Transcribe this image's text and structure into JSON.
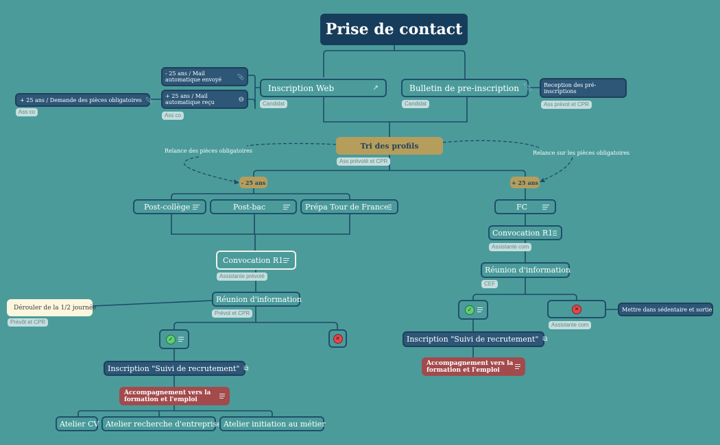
{
  "root": {
    "title": "Prise de contact"
  },
  "level1": {
    "inscription_web": {
      "label": "Inscription Web",
      "icon": "external-link-icon",
      "tag": "Candidat"
    },
    "bulletin": {
      "label": "Bulletin de pre-inscription",
      "icon": "paperclip-icon",
      "tag": "Candidat"
    },
    "reception": {
      "label": "Reception des pré-inscriptions",
      "tag": "Ass prévot et CPR"
    },
    "mail_moins25": {
      "label": "- 25 ans / Mail automatique envoyé",
      "icon": "paperclip-icon"
    },
    "mail_plus25": {
      "label": "+ 25 ans / Mail automatique reçu",
      "icon": "collapse-icon",
      "tag": "Ass co"
    },
    "demande_pieces": {
      "label": "+ 25 ans / Demande des pièces obligatoires",
      "icon": "paperclip-icon",
      "tag": "Ass co"
    }
  },
  "tri": {
    "label": "Tri des profils",
    "tag": "Ass prévoté et CPR"
  },
  "relations": {
    "left": "Relance des pièces obligatoires",
    "right": "Relance sur les pièces obligatoires"
  },
  "moins25": {
    "label": "- 25 ans",
    "branches": [
      {
        "label": "Post-collège",
        "icon": "notes-icon"
      },
      {
        "label": "Post-bac",
        "icon": "notes-icon"
      },
      {
        "label": "Prépa Tour de France",
        "icon": "notes-icon"
      }
    ],
    "convocation": {
      "label": "Convocation R1",
      "icon": "notes-icon",
      "tag": "Assistante prévoté"
    },
    "reunion": {
      "label": "Réunion d'information",
      "tag": "Prévot et CPR"
    },
    "deroule": {
      "label": "Dérouler de la 1/2 journée",
      "tag": "Prévôt et CPR"
    },
    "yes": {
      "icon": "check-icon",
      "note": "notes-icon"
    },
    "no": {
      "icon": "cross-icon"
    },
    "inscription_suivi": {
      "label": "Inscription \"Suivi de recrutement\"",
      "icon": "link-icon"
    },
    "accompagnement": {
      "label": "Accompagnement vers la formation et l'emploi",
      "icon": "notes-icon"
    },
    "ateliers": [
      {
        "label": "Atelier CV"
      },
      {
        "label": "Atelier recherche d'entreprise"
      },
      {
        "label": "Atelier initiation au métier"
      }
    ]
  },
  "plus25": {
    "label": "+ 25 ans",
    "fc": {
      "label": "FC",
      "icon": "notes-icon"
    },
    "convocation": {
      "label": "Convocation R1",
      "icon": "notes-icon",
      "tag": "Assistante com"
    },
    "reunion": {
      "label": "Réunion d'information",
      "tag": "CEF"
    },
    "yes": {
      "icon": "check-icon",
      "note": "notes-icon"
    },
    "no": {
      "icon": "cross-icon",
      "tag": "Assistante com"
    },
    "sortie": {
      "label": "Mettre dans sédentaire et sortie"
    },
    "inscription_suivi": {
      "label": "Inscription \"Suivi de recrutement\"",
      "icon": "link-icon"
    },
    "accompagnement": {
      "label": "Accompagnement vers la formation et l'emploi",
      "icon": "notes-icon"
    }
  },
  "colors": {
    "background": "#4b9b9b",
    "root": "#173d5c",
    "navy": "#2d5677",
    "gold": "#b59d5c",
    "red": "#a34a4c",
    "cream": "#fdf6df",
    "line": "#1f4f6a"
  }
}
